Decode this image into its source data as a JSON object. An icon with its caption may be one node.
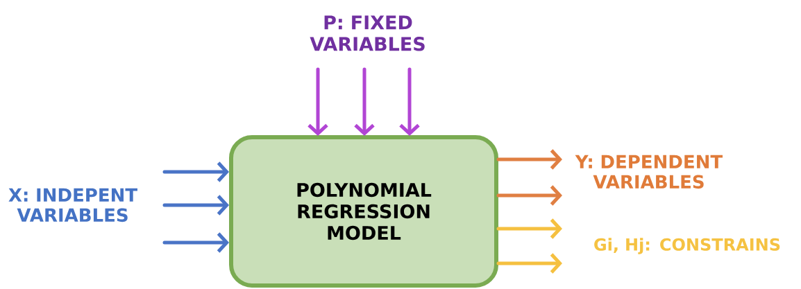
{
  "diagram": {
    "nodes": [
      {
        "text": [
          "POLYNOMIAL REGRESSION MODEL"
        ]
      },
      {
        "text": [
          "P: FIXED VARIABLES"
        ]
      },
      {
        "text": [
          "X: INDEPENT VARIABLES"
        ]
      },
      {
        "text": [
          "Y: DEPENDENT VARIABLES"
        ]
      },
      {
        "text": [
          "Gi, Hj: CONSTRAINS"
        ]
      }
    ],
    "edges": [
      {
        "from": 1,
        "to": 0,
        "arrow": "to",
        "color": "#b145d4"
      },
      {
        "from": 1,
        "to": 0,
        "arrow": "to",
        "color": "#b145d4"
      },
      {
        "from": 1,
        "to": 0,
        "arrow": "to",
        "color": "#b145d4"
      },
      {
        "from": 2,
        "to": 0,
        "arrow": "to",
        "color": "#4a74c6"
      },
      {
        "from": 2,
        "to": 0,
        "arrow": "to",
        "color": "#4a74c6"
      },
      {
        "from": 2,
        "to": 0,
        "arrow": "to",
        "color": "#4a74c6"
      },
      {
        "from": 0,
        "to": 3,
        "arrow": "to",
        "color": "#e07f42"
      },
      {
        "from": 0,
        "to": 3,
        "arrow": "to",
        "color": "#e07f42"
      },
      {
        "from": 0,
        "to": 4,
        "arrow": "to",
        "color": "#f5c040"
      },
      {
        "from": 0,
        "to": 4,
        "arrow": "to",
        "color": "#f5c040"
      }
    ]
  }
}
